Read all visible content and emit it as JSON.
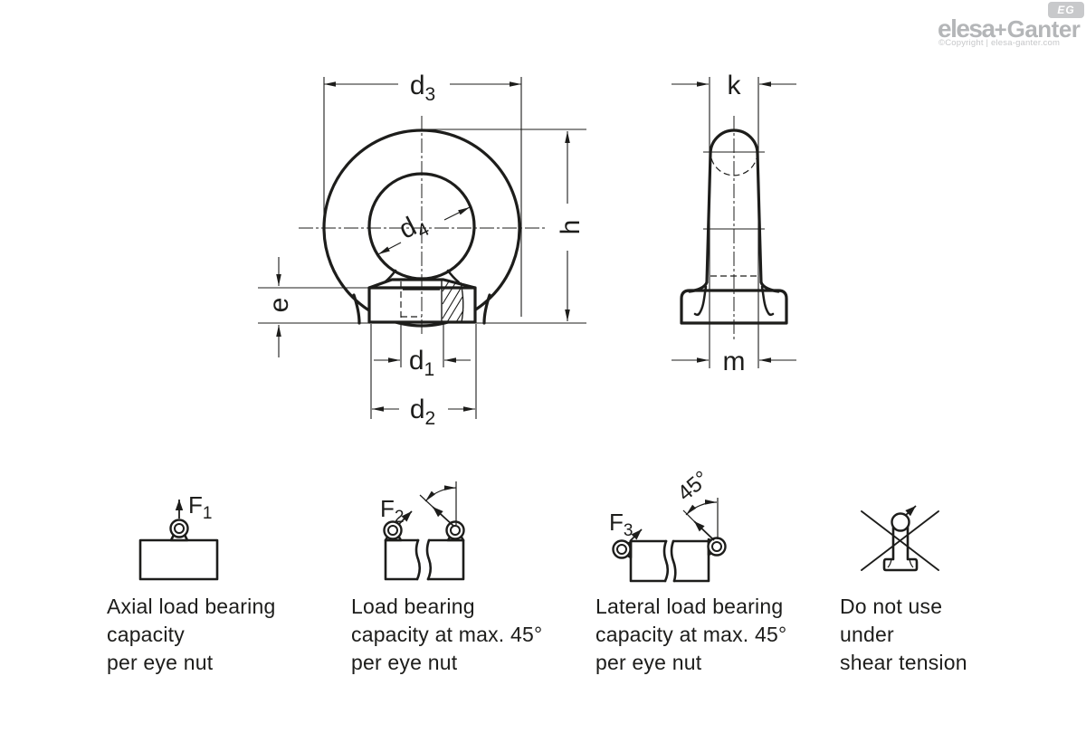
{
  "logo": {
    "brand_elesa": "elesa",
    "brand_plus": "+",
    "brand_ganter": "Ganter",
    "badge": "EG",
    "copyright": "©Copyright | elesa-ganter.com"
  },
  "drawing": {
    "dims": {
      "d3": {
        "base": "d",
        "sub": "3"
      },
      "d4": {
        "base": "d",
        "sub": "4"
      },
      "d1": {
        "base": "d",
        "sub": "1"
      },
      "d2": {
        "base": "d",
        "sub": "2"
      },
      "e": {
        "base": "e"
      },
      "h": {
        "base": "h"
      },
      "k": {
        "base": "k"
      },
      "m": {
        "base": "m"
      }
    }
  },
  "icons": [
    {
      "force": {
        "base": "F",
        "sub": "1"
      },
      "caption": [
        "Axial load bearing",
        "capacity",
        "per eye nut"
      ]
    },
    {
      "force": {
        "base": "F",
        "sub": "2"
      },
      "caption": [
        "Load bearing",
        "capacity at max. 45°",
        "per eye nut"
      ]
    },
    {
      "force": {
        "base": "F",
        "sub": "3"
      },
      "angle": "45°",
      "caption": [
        "Lateral load bearing",
        "capacity at max. 45°",
        "per eye nut"
      ]
    },
    {
      "caption": [
        "Do not use",
        "under",
        "shear tension"
      ]
    }
  ],
  "colors": {
    "line": "#1d1d1b",
    "logo_gray": "#b4b6b8",
    "badge_gray": "#c8c9cb"
  }
}
